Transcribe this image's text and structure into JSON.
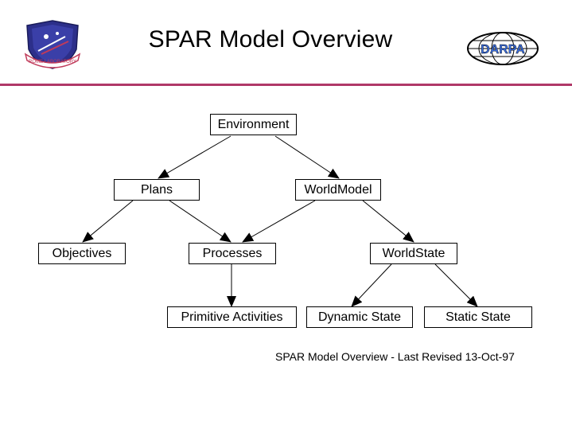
{
  "slide": {
    "title": "SPAR Model Overview",
    "footer": "SPAR Model Overview - Last Revised 13-Oct-97",
    "accent_color": "#b03868"
  },
  "logos": {
    "left": {
      "icon": "afrl-shield-logo",
      "text": "ROME LABORATORY"
    },
    "right": {
      "icon": "darpa-globe-logo",
      "text": "DARPA"
    }
  },
  "diagram": {
    "nodes": {
      "environment": "Environment",
      "plans": "Plans",
      "worldmodel": "WorldModel",
      "objectives": "Objectives",
      "processes": "Processes",
      "worldstate": "WorldState",
      "primitive_activities": "Primitive Activities",
      "dynamic_state": "Dynamic State",
      "static_state": "Static State"
    },
    "edges": [
      [
        "environment",
        "plans"
      ],
      [
        "environment",
        "worldmodel"
      ],
      [
        "plans",
        "objectives"
      ],
      [
        "plans",
        "processes"
      ],
      [
        "worldmodel",
        "processes"
      ],
      [
        "worldmodel",
        "worldstate"
      ],
      [
        "processes",
        "primitive_activities"
      ],
      [
        "worldstate",
        "dynamic_state"
      ],
      [
        "worldstate",
        "static_state"
      ]
    ]
  }
}
